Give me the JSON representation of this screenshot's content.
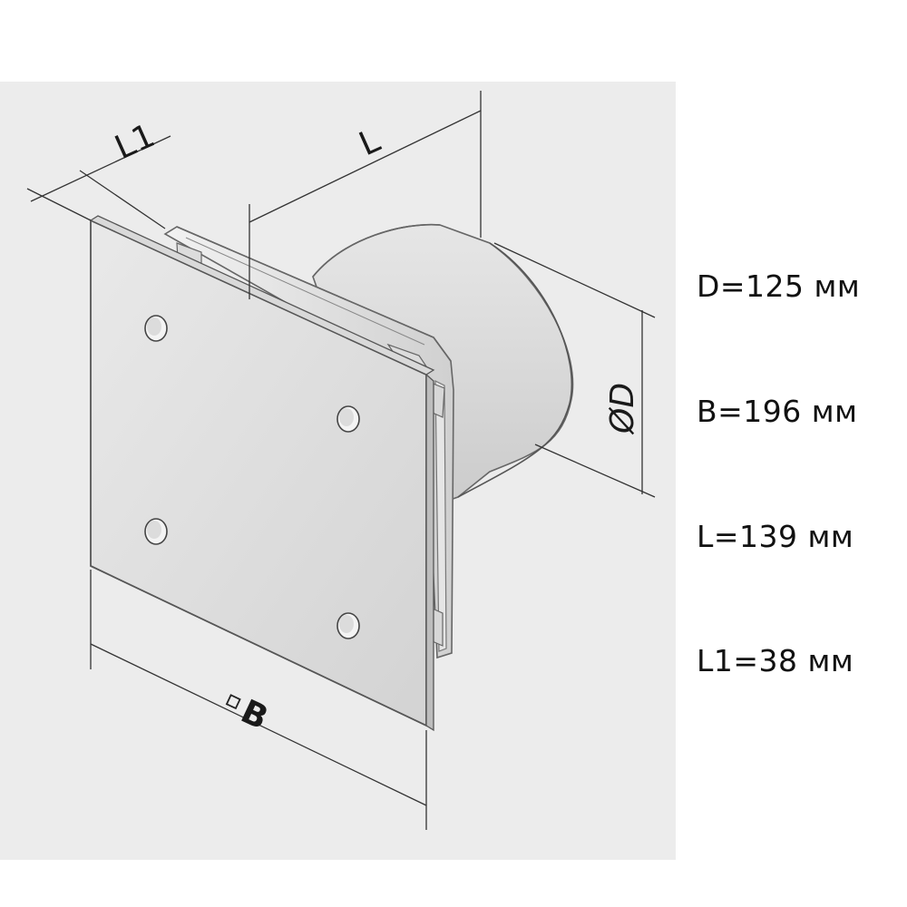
{
  "diagram": {
    "labels": {
      "l1": "L1",
      "l": "L",
      "d": "ØD",
      "b": "B"
    }
  },
  "specs": [
    {
      "text": "D=125 мм"
    },
    {
      "text": "B=196 мм"
    },
    {
      "text": "L=139 мм"
    },
    {
      "text": "L1=38 мм"
    }
  ]
}
